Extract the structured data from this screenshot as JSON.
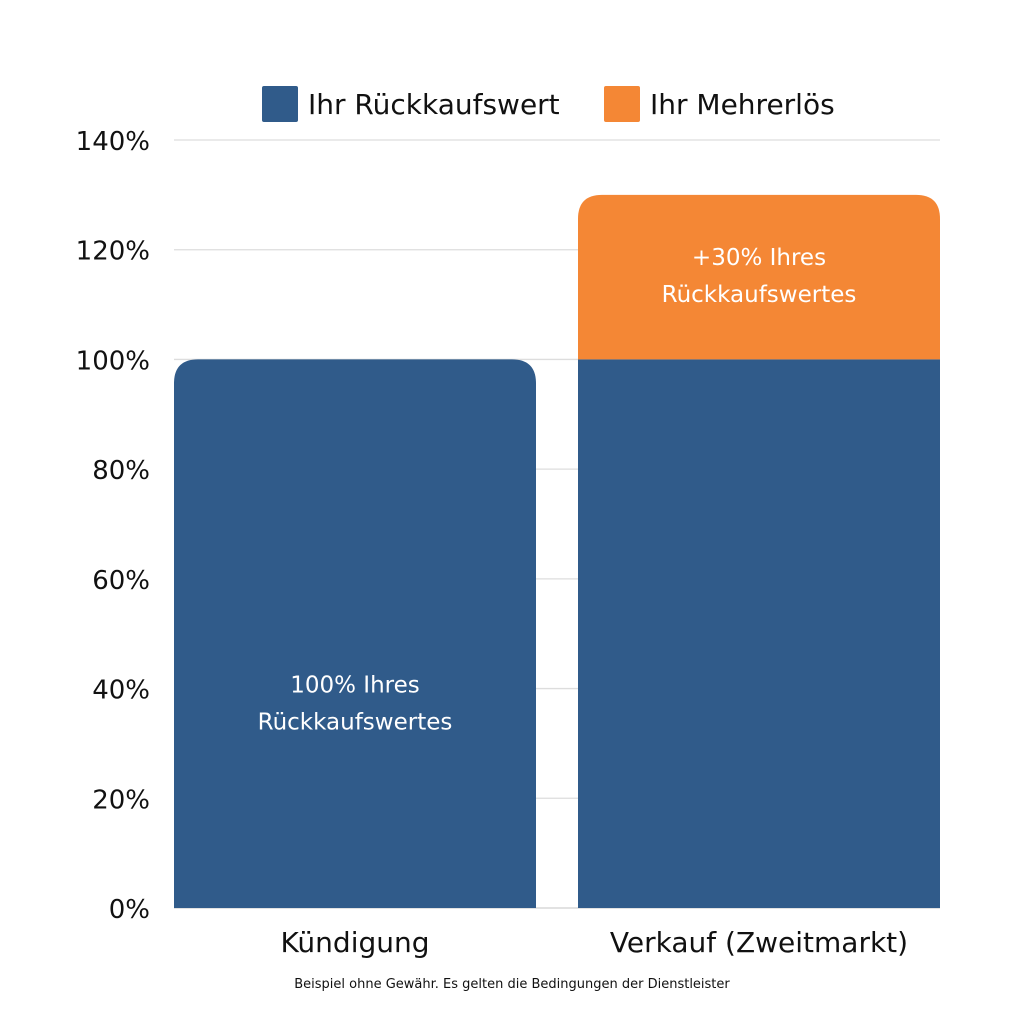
{
  "chart_data": {
    "type": "bar",
    "stacked": true,
    "categories": [
      "Kündigung",
      "Verkauf (Zweitmarkt)"
    ],
    "series": [
      {
        "name": "Ihr Rückkaufswert",
        "color": "#305B8A",
        "values": [
          100,
          100
        ]
      },
      {
        "name": "Ihr Mehrerlös",
        "color": "#F48735",
        "values": [
          0,
          30
        ]
      }
    ],
    "data_labels": [
      {
        "category": 0,
        "series": 0,
        "lines": [
          "100% Ihres",
          "Rückkaufswertes"
        ]
      },
      {
        "category": 1,
        "series": 1,
        "lines": [
          "+30% Ihres",
          "Rückkaufswertes"
        ]
      }
    ],
    "yticks": [
      "0%",
      "20%",
      "40%",
      "60%",
      "80%",
      "100%",
      "120%",
      "140%"
    ],
    "ylim": [
      0,
      140
    ],
    "grid": true,
    "legend_position": "top",
    "footnote": "Beispiel ohne Gewähr. Es gelten die Bedingungen der Dienstleister"
  }
}
